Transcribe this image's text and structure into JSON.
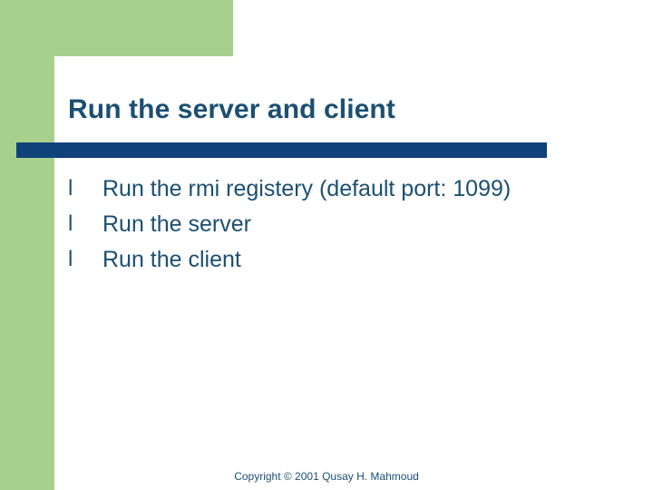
{
  "slide": {
    "title": "Run the server and client",
    "bullets": [
      {
        "marker": "l",
        "text": "Run the rmi registery (default port: 1099)"
      },
      {
        "marker": "l",
        "text": "Run the server"
      },
      {
        "marker": "l",
        "text": "Run the client"
      }
    ],
    "footer": "Copyright © 2001 Qusay H. Mahmoud",
    "colors": {
      "accent_green": "#a8d08d",
      "accent_blue": "#10427a",
      "text_blue": "#1b4f72",
      "background": "#ffffff"
    }
  }
}
